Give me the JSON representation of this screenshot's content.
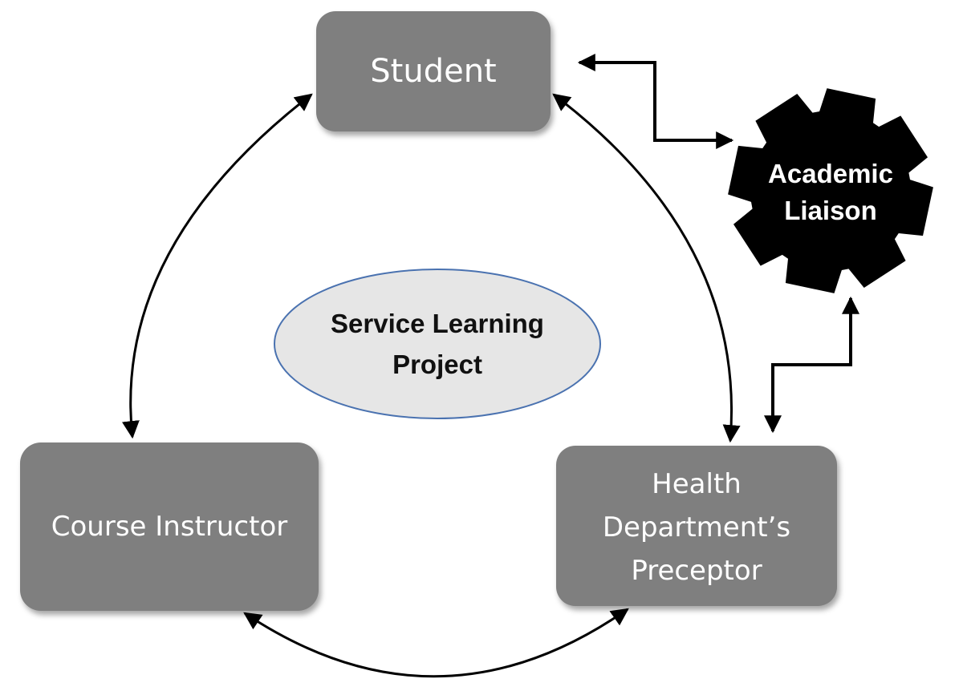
{
  "diagram": {
    "nodes": {
      "student": {
        "label": "Student"
      },
      "instructor": {
        "label": "Course Instructor"
      },
      "preceptor": {
        "line1": "Health",
        "line2": "Department’s",
        "line3": "Preceptor"
      }
    },
    "center": {
      "line1": "Service Learning",
      "line2": "Project"
    },
    "liaison": {
      "line1": "Academic",
      "line2": "Liaison"
    },
    "connections": [
      {
        "from": "Student",
        "to": "Course Instructor",
        "direction": "both"
      },
      {
        "from": "Student",
        "to": "Health Department’s Preceptor",
        "direction": "both"
      },
      {
        "from": "Course Instructor",
        "to": "Health Department’s Preceptor",
        "direction": "both"
      },
      {
        "from": "Student",
        "to": "Academic Liaison",
        "direction": "both"
      },
      {
        "from": "Health Department’s Preceptor",
        "to": "Academic Liaison",
        "direction": "both"
      }
    ],
    "colors": {
      "box_fill": "#7f7f7f",
      "box_text": "#ffffff",
      "gear_fill": "#000000",
      "ellipse_fill": "#e6e6e6",
      "ellipse_stroke": "#4a72b0",
      "arrow": "#000000"
    }
  }
}
